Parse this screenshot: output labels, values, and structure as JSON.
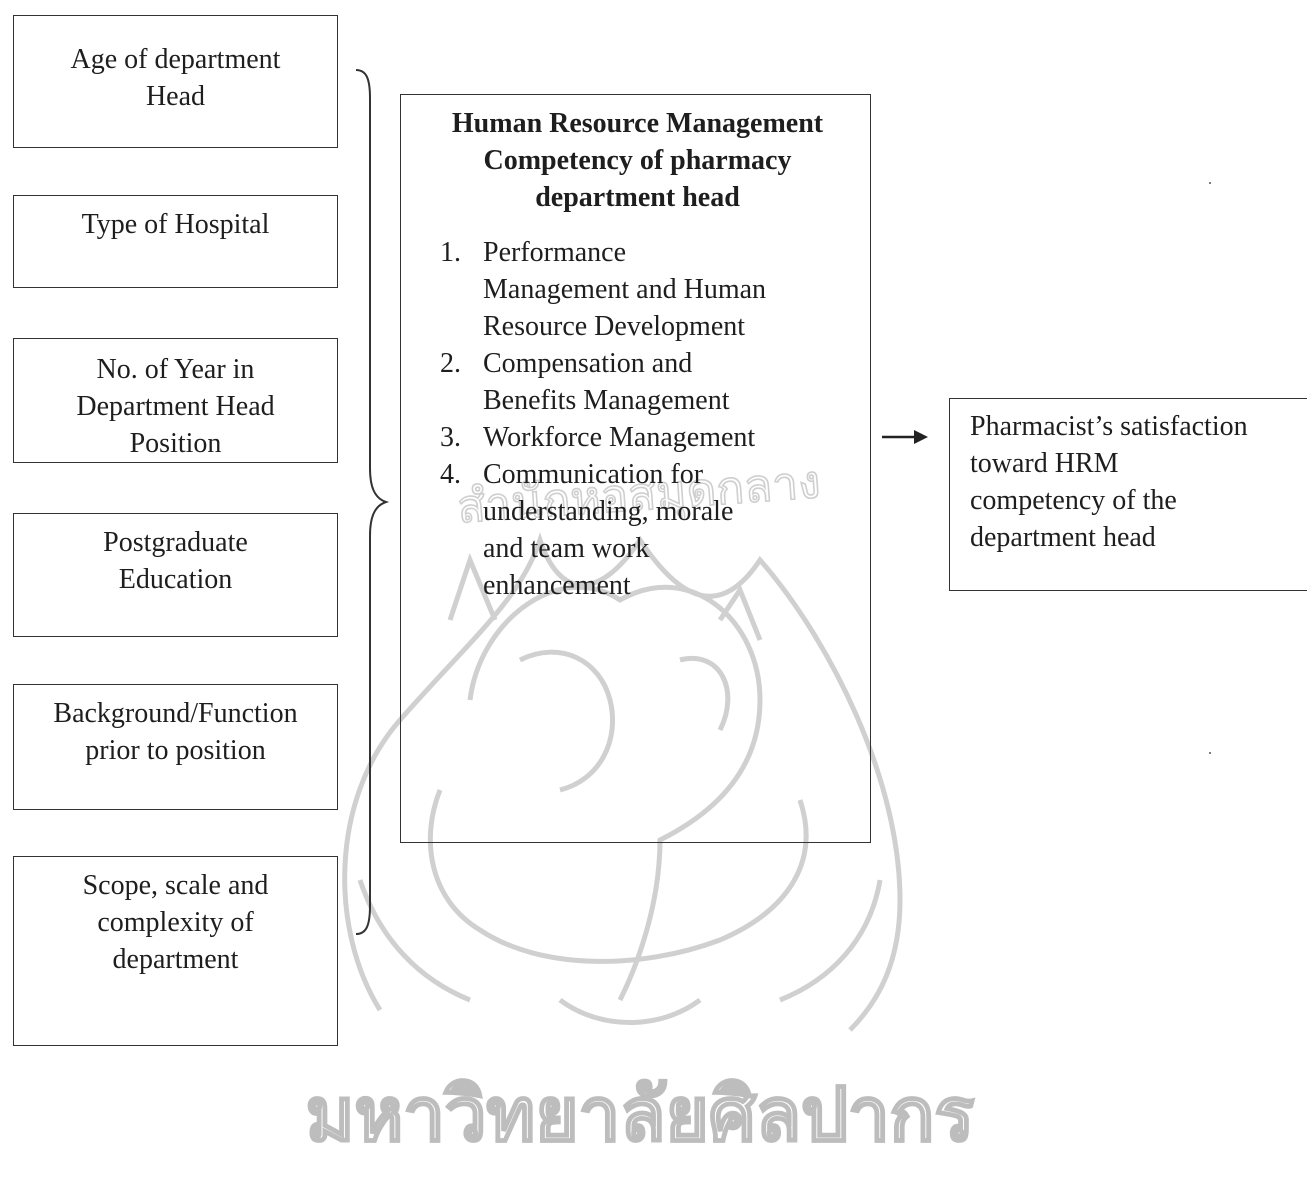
{
  "variables": [
    {
      "label": "Age of department\nHead"
    },
    {
      "label": "Type of Hospital"
    },
    {
      "label": "No. of Year in\nDepartment Head\nPosition"
    },
    {
      "label": "Postgraduate\nEducation"
    },
    {
      "label": "Background/Function\nprior to position"
    },
    {
      "label": "Scope, scale and\ncomplexity of\ndepartment"
    }
  ],
  "center": {
    "title": "Human Resource Management\nCompetency of pharmacy\ndepartment head",
    "items": [
      {
        "number": "1.",
        "text": "Performance\nManagement and Human\nResource Development"
      },
      {
        "number": "2.",
        "text": "Compensation and\nBenefits Management"
      },
      {
        "number": "3.",
        "text": "Workforce Management"
      },
      {
        "number": "4.",
        "text": "Communication for\nunderstanding, morale\nand team work\nenhancement"
      }
    ]
  },
  "outcome": {
    "text": "Pharmacist’s satisfaction\ntoward HRM\ncompetency of the\ndepartment head"
  },
  "watermark": {
    "top_text": "สำนักหอสมุดกลาง",
    "bottom_text": "มหาวิทยาลัยศิลปากร",
    "icon": "ganesha-seal-icon"
  },
  "colors": {
    "line": "#333333",
    "text": "#1e1e1e",
    "watermark": "#c8c8c8"
  }
}
